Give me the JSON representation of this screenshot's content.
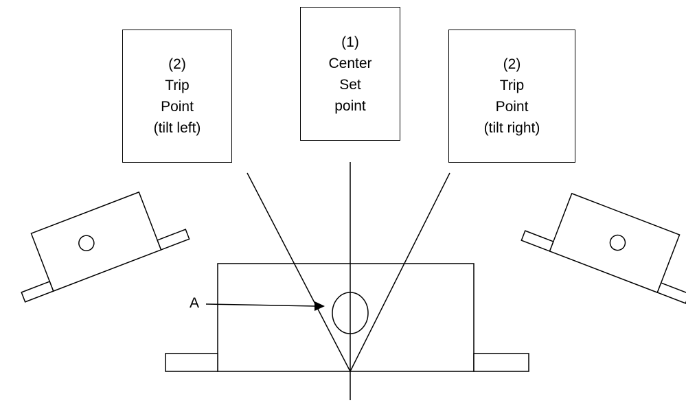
{
  "diagram": {
    "boxes": [
      {
        "id": "left",
        "lines": [
          "(2)",
          "Trip",
          "Point",
          "(tilt left)"
        ]
      },
      {
        "id": "center",
        "lines": [
          "(1)",
          "Center",
          "Set",
          "point"
        ]
      },
      {
        "id": "right",
        "lines": [
          "(2)",
          "Trip",
          "Point",
          "(tilt right)"
        ]
      }
    ],
    "callout_label": "A"
  }
}
